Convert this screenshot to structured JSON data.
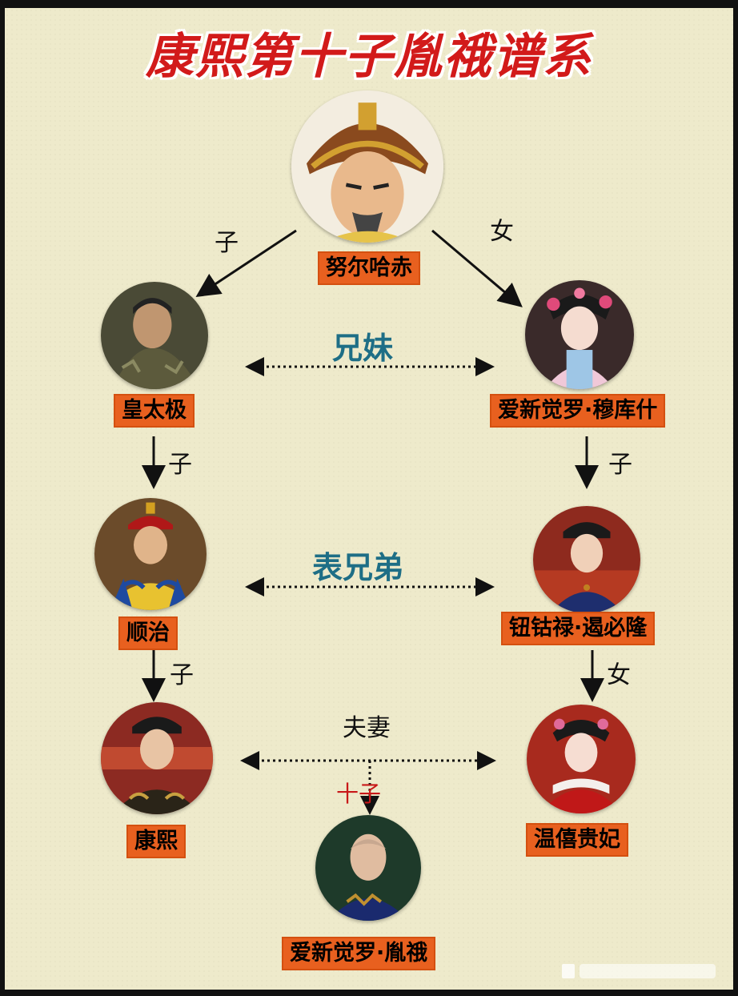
{
  "title": "康熙第十子胤䄉谱系",
  "people": {
    "nurhaci": "努尔哈赤",
    "hongtaiji": "皇太极",
    "mukushi": "爱新觉罗·穆库什",
    "shunzhi": "顺治",
    "ebilun": "钮钴禄·遏必隆",
    "kangxi": "康熙",
    "wenxi": "温僖贵妃",
    "yune": "爱新觉罗·胤䄉"
  },
  "relations": {
    "son_1": "子",
    "daughter_1": "女",
    "siblings": "兄妹",
    "son_2": "子",
    "son_3": "子",
    "cousins": "表兄弟",
    "son_4": "子",
    "daughter_2": "女",
    "spouses": "夫妻",
    "tenth_son": "十子"
  }
}
